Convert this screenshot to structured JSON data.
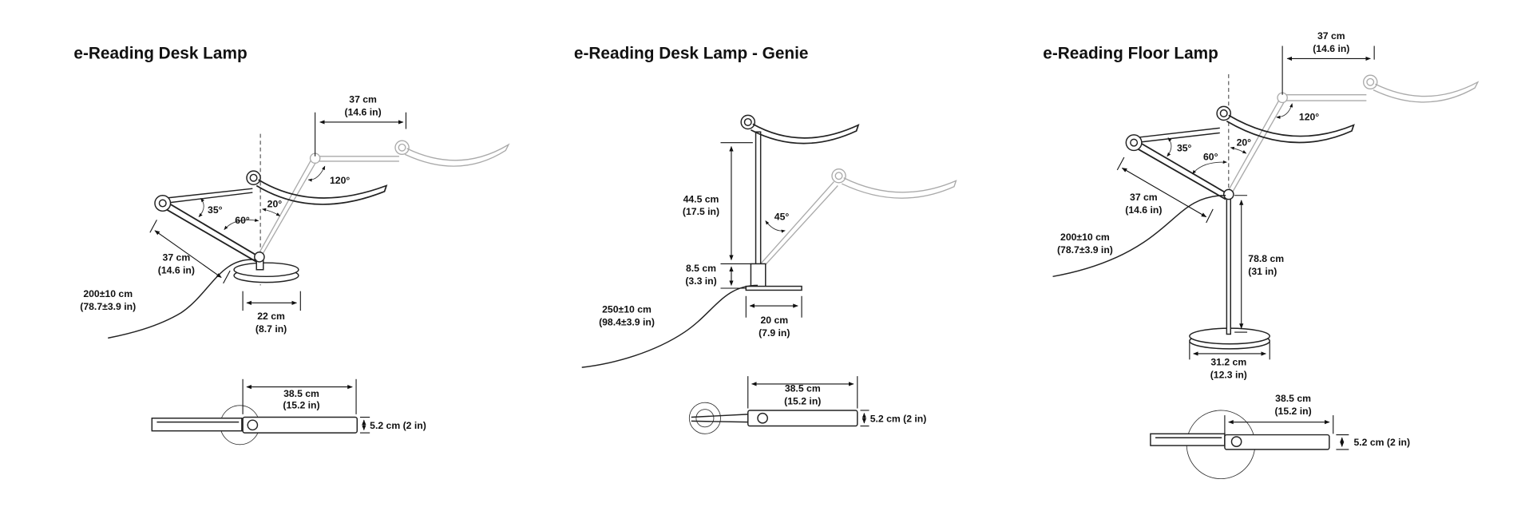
{
  "panels": [
    {
      "title": "e-Reading Desk Lamp",
      "top_reach": [
        "37 cm",
        "(14.6 in)"
      ],
      "angles": [
        "120°",
        "35°",
        "60°",
        "20°"
      ],
      "arm_length": [
        "37 cm",
        "(14.6 in)"
      ],
      "cable": [
        "200±10 cm",
        "(78.7±3.9 in)"
      ],
      "base_width": [
        "22 cm",
        "(8.7 in)"
      ],
      "head_length": [
        "38.5 cm",
        "(15.2 in)"
      ],
      "head_height": "5.2 cm (2 in)"
    },
    {
      "title": "e-Reading Desk Lamp - Genie",
      "pole_height": [
        "44.5 cm",
        "(17.5 in)"
      ],
      "base_height": [
        "8.5 cm",
        "(3.3 in)"
      ],
      "angles": [
        "45°"
      ],
      "cable": [
        "250±10 cm",
        "(98.4±3.9 in)"
      ],
      "base_width": [
        "20 cm",
        "(7.9 in)"
      ],
      "head_length": [
        "38.5 cm",
        "(15.2 in)"
      ],
      "head_height": "5.2 cm (2 in)"
    },
    {
      "title": "e-Reading Floor Lamp",
      "top_reach": [
        "37 cm",
        "(14.6 in)"
      ],
      "angles": [
        "120°",
        "35°",
        "60°",
        "20°"
      ],
      "arm_length": [
        "37 cm",
        "(14.6 in)"
      ],
      "cable": [
        "200±10 cm",
        "(78.7±3.9 in)"
      ],
      "pole_height": [
        "78.8 cm",
        "(31 in)"
      ],
      "base_width": [
        "31.2 cm",
        "(12.3 in)"
      ],
      "head_length": [
        "38.5 cm",
        "(15.2 in)"
      ],
      "head_height": "5.2 cm (2 in)"
    }
  ]
}
